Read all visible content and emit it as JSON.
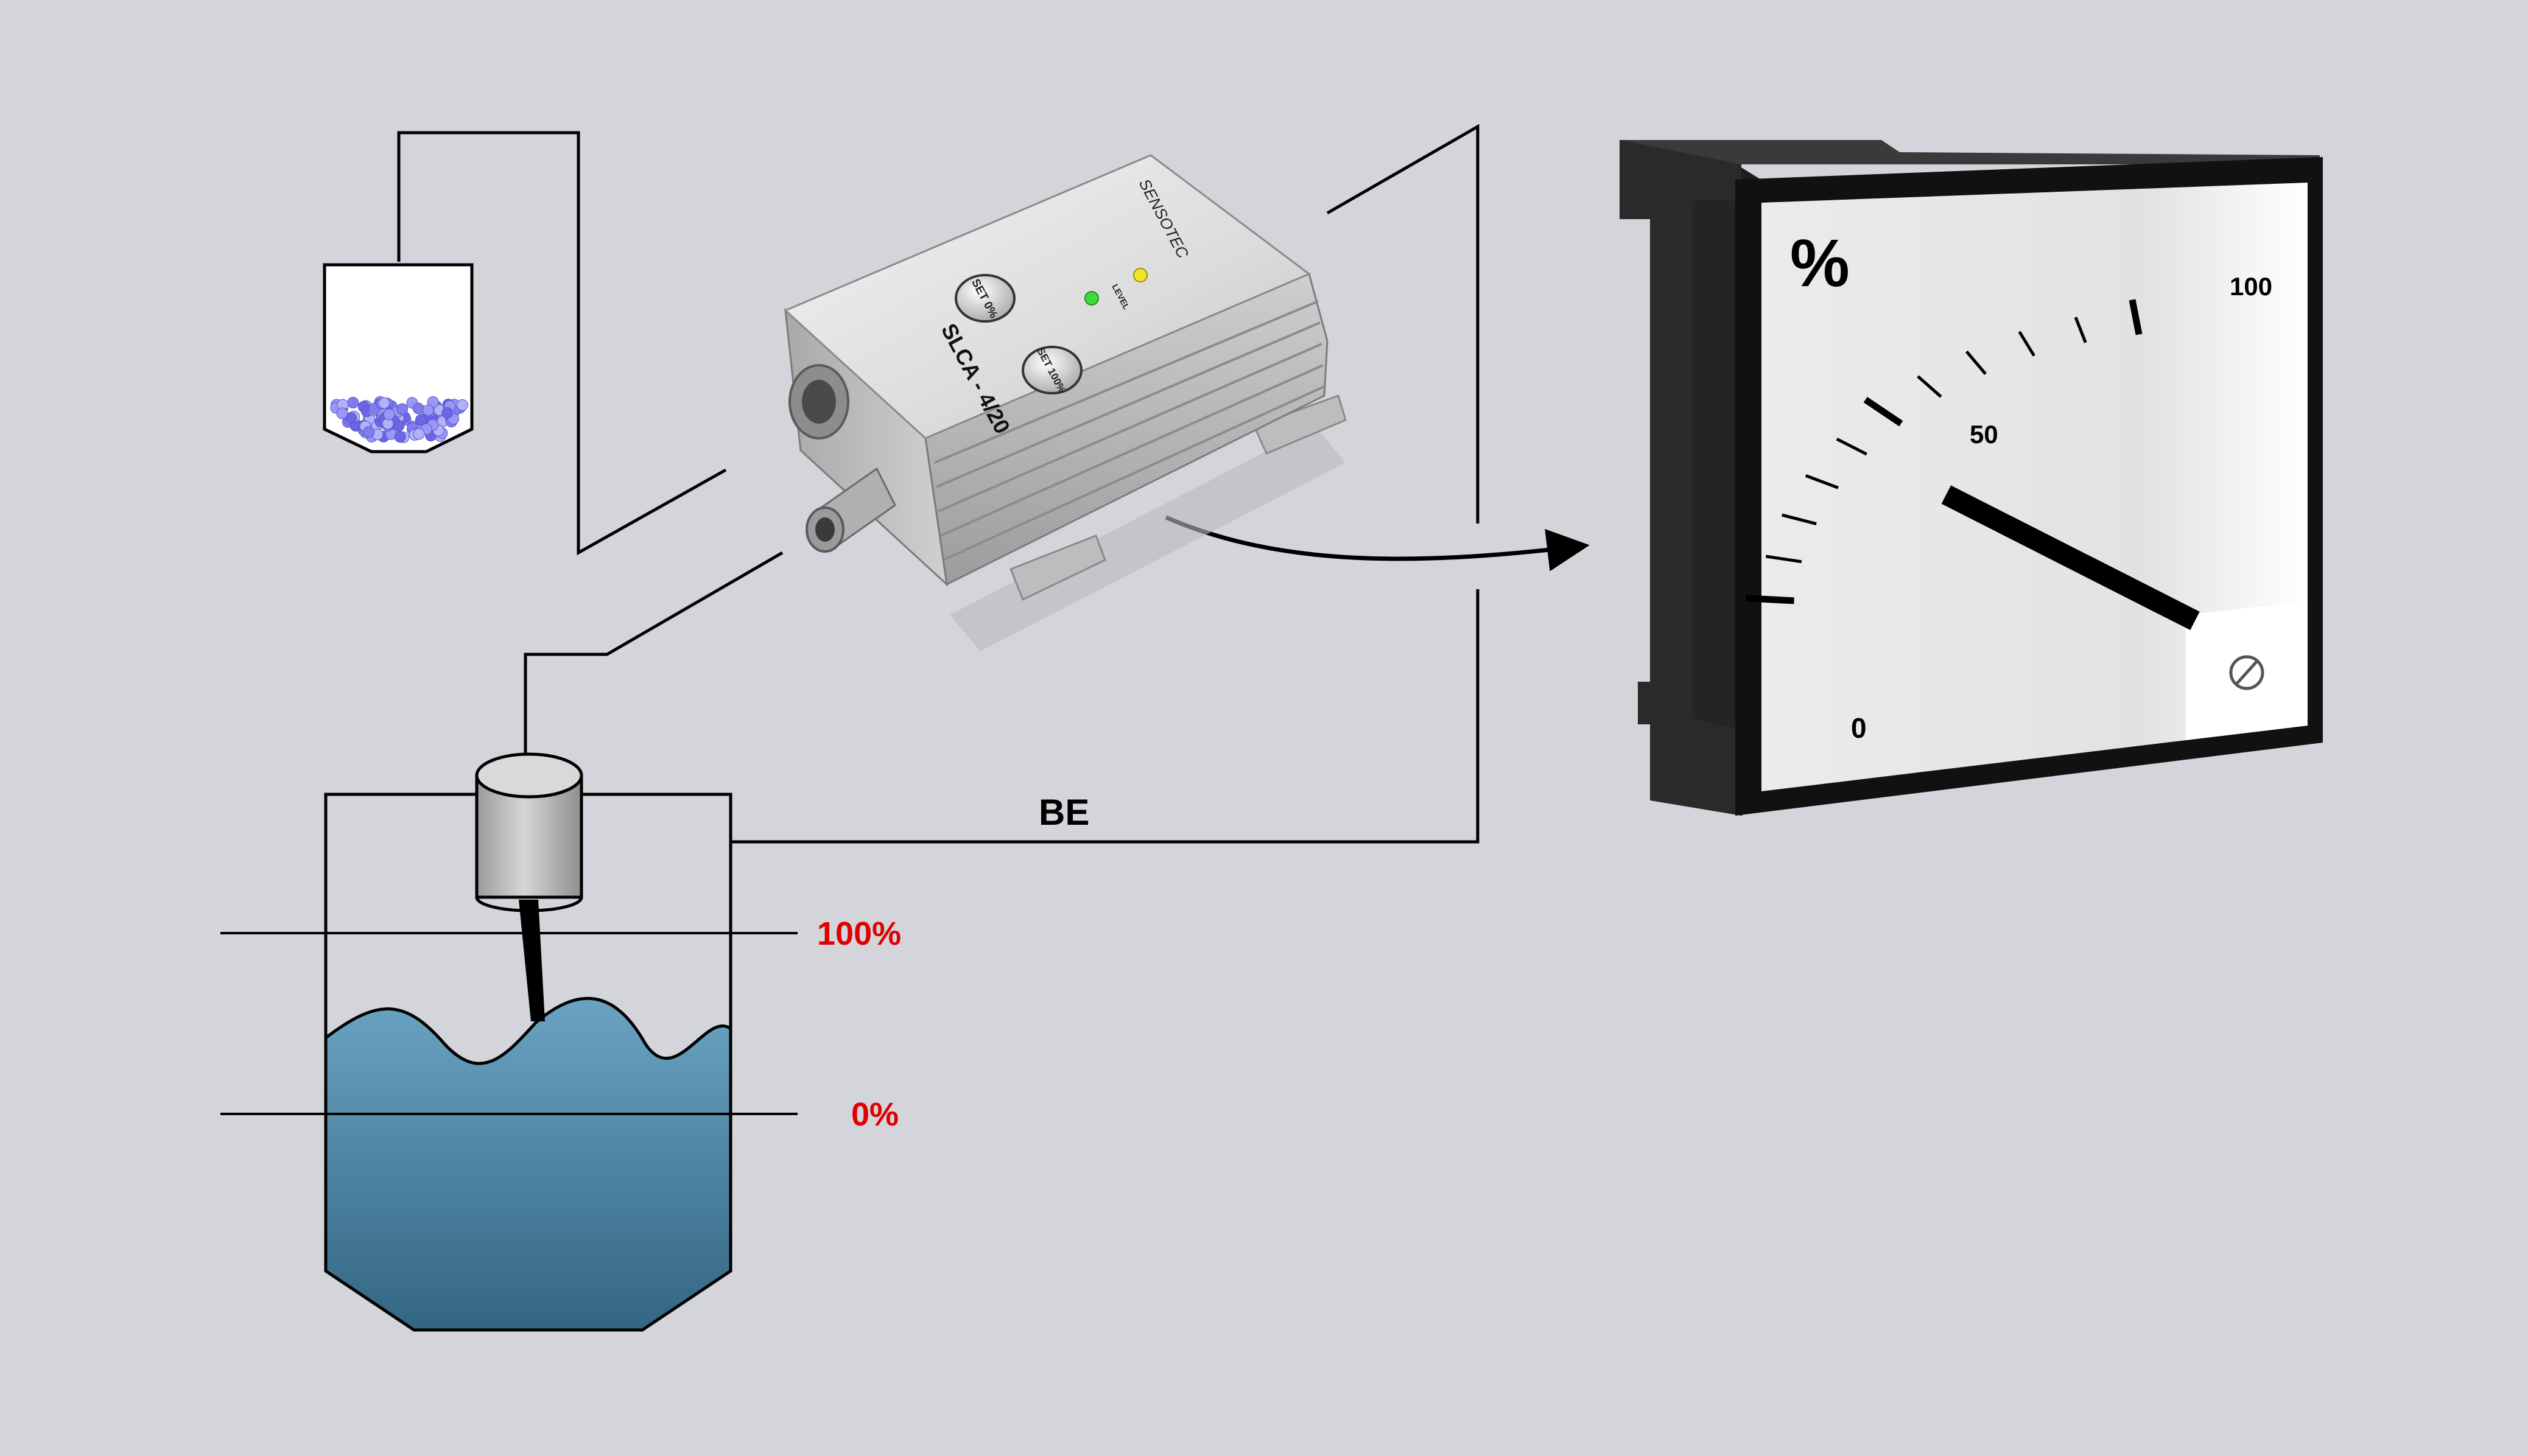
{
  "background_color": "#d3d5da",
  "device": {
    "brand": "SENSOTEC",
    "model": "SLCA - 4/20",
    "button_zero": "SET 0%",
    "button_full": "SET 100%",
    "led_label": "LEVEL",
    "led_green": "#3ddc3a",
    "led_yellow": "#f1e52a"
  },
  "tank": {
    "level_high_label": "100%",
    "level_low_label": "0%",
    "label_color": "#e00000",
    "liquid_color": "#4a86a8"
  },
  "connection_label": "BE",
  "meter": {
    "unit": "%",
    "tick_labels": [
      "0",
      "50",
      "100"
    ],
    "reading_percent": 40
  }
}
